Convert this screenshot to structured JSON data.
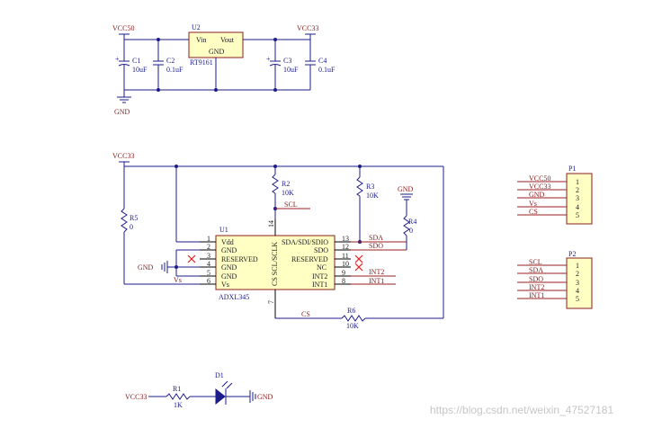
{
  "power": {
    "vcc50": "VCC50",
    "vcc33_top": "VCC33",
    "gnd_top": "GND",
    "vcc33_left": "VCC33",
    "gnd_r4": "GND",
    "gnd_adxl": "GND",
    "vcc33_led": "VCC33",
    "gnd_led": "GND"
  },
  "regulator": {
    "ref": "U2",
    "part": "RT9161",
    "vin": "Vin",
    "vout": "Vout",
    "gnd": "GND"
  },
  "caps": [
    {
      "ref": "C1",
      "value": "10uF"
    },
    {
      "ref": "C2",
      "value": "0.1uF"
    },
    {
      "ref": "C3",
      "value": "10uF"
    },
    {
      "ref": "C4",
      "value": "0.1uF"
    }
  ],
  "resistors": {
    "r2": {
      "ref": "R2",
      "value": "10K"
    },
    "r3": {
      "ref": "R3",
      "value": "10K"
    },
    "r4": {
      "ref": "R4",
      "value": "0"
    },
    "r5": {
      "ref": "R5",
      "value": "0"
    },
    "r6": {
      "ref": "R6",
      "value": "10K"
    },
    "r1": {
      "ref": "R1",
      "value": "1K"
    }
  },
  "adxl": {
    "ref": "U1",
    "part": "ADXL345",
    "vertical_label": "CS SCL/SCLK",
    "left_pins": [
      {
        "num": "1",
        "name": "Vdd"
      },
      {
        "num": "2",
        "name": "GND"
      },
      {
        "num": "3",
        "name": "RESERVED"
      },
      {
        "num": "4",
        "name": "GND"
      },
      {
        "num": "5",
        "name": "GND"
      },
      {
        "num": "6",
        "name": "Vs"
      }
    ],
    "right_pins": [
      {
        "num": "13",
        "name": "SDA/SDI/SDIO"
      },
      {
        "num": "12",
        "name": "SDO"
      },
      {
        "num": "11",
        "name": "RESERVED"
      },
      {
        "num": "10",
        "name": "NC"
      },
      {
        "num": "9",
        "name": "INT2"
      },
      {
        "num": "8",
        "name": "INT1"
      }
    ],
    "top_pin": "14",
    "bottom_pin": "7"
  },
  "nets": {
    "scl": "SCL",
    "sda": "SDA",
    "sdo": "SDO",
    "int2": "INT2",
    "int1": "INT1",
    "vs": "Vs",
    "cs": "CS"
  },
  "led": {
    "ref": "D1"
  },
  "connectors": [
    {
      "ref": "P1",
      "pins": [
        "1",
        "2",
        "3",
        "4",
        "5"
      ],
      "nets": [
        "VCC50",
        "VCC33",
        "GND",
        "Vs",
        "CS"
      ]
    },
    {
      "ref": "P2",
      "pins": [
        "1",
        "2",
        "3",
        "4",
        "5"
      ],
      "nets": [
        "SCL",
        "SDA",
        "SDO",
        "INT2",
        "INT1"
      ]
    }
  ],
  "watermark": "https://blog.csdn.net/weixin_47527181"
}
